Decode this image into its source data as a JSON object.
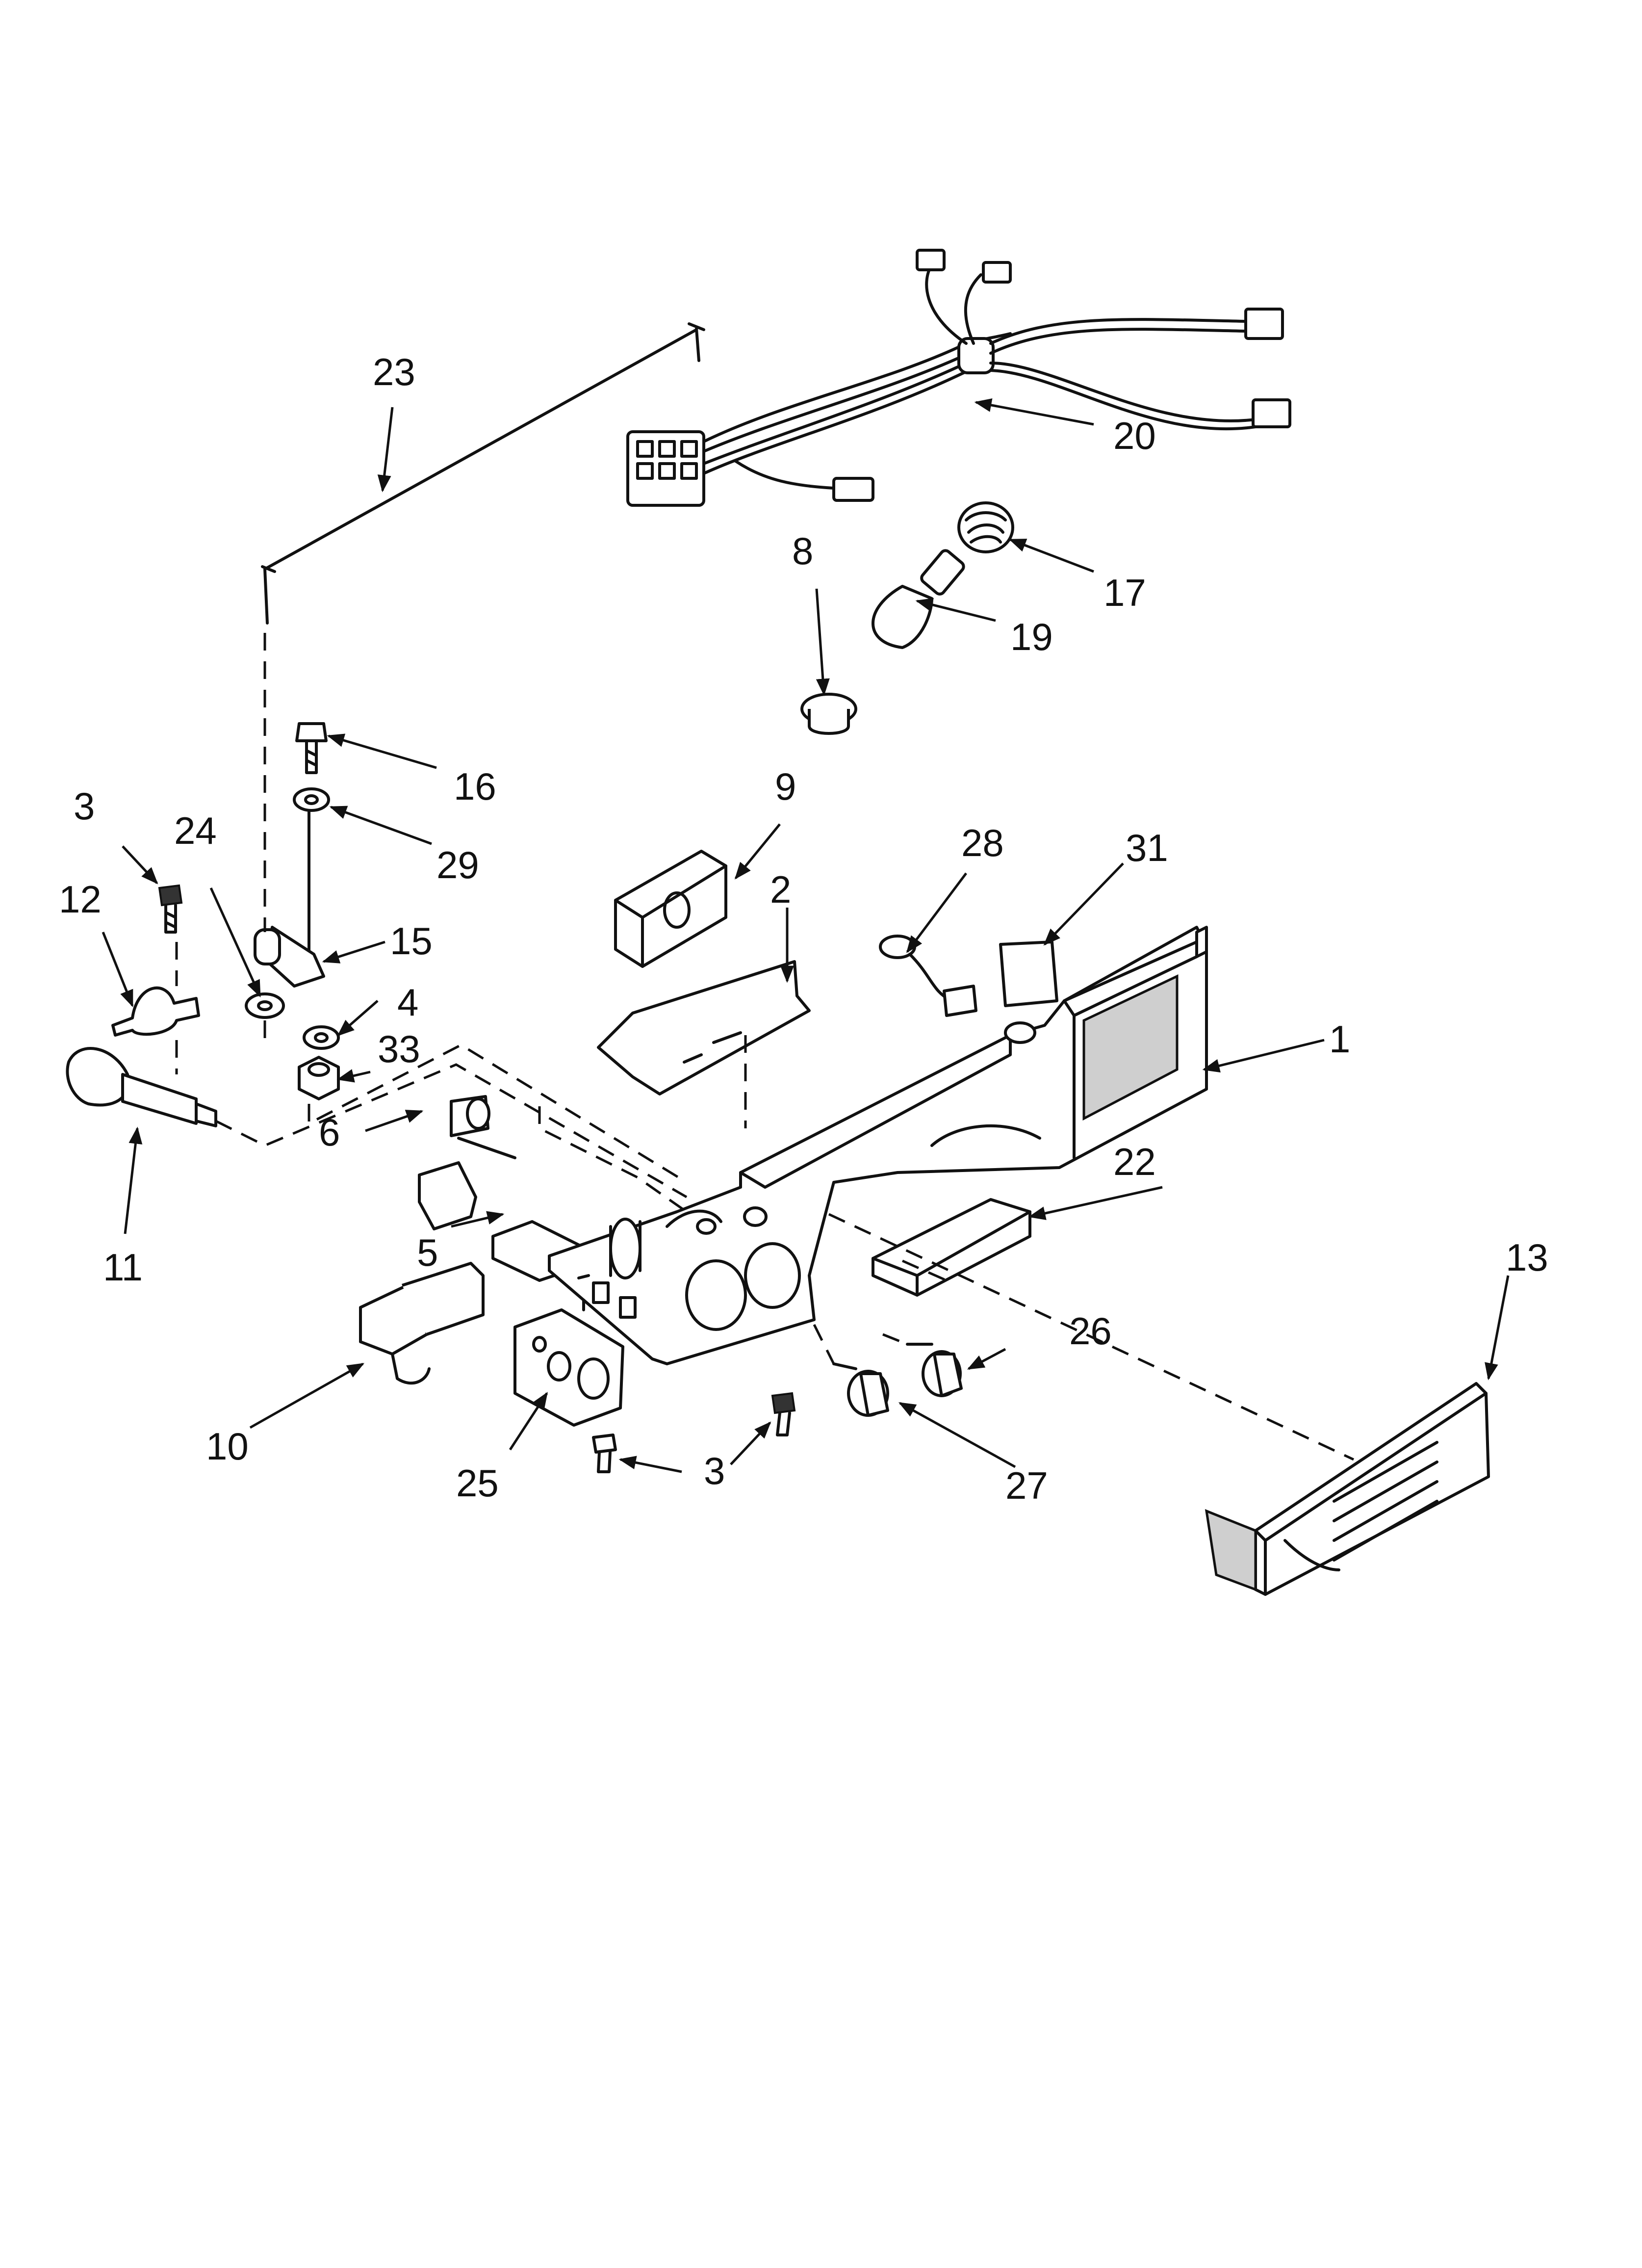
{
  "colors": {
    "line": "#111111",
    "background": "#ffffff",
    "shade": "#cfcfcf"
  },
  "callouts": [
    {
      "id": "c1",
      "label": "1"
    },
    {
      "id": "c2",
      "label": "2"
    },
    {
      "id": "c3a",
      "label": "3"
    },
    {
      "id": "c3b",
      "label": "3"
    },
    {
      "id": "c4",
      "label": "4"
    },
    {
      "id": "c5",
      "label": "5"
    },
    {
      "id": "c6",
      "label": "6"
    },
    {
      "id": "c8",
      "label": "8"
    },
    {
      "id": "c9",
      "label": "9"
    },
    {
      "id": "c10",
      "label": "10"
    },
    {
      "id": "c11",
      "label": "11"
    },
    {
      "id": "c12",
      "label": "12"
    },
    {
      "id": "c13",
      "label": "13"
    },
    {
      "id": "c15",
      "label": "15"
    },
    {
      "id": "c16",
      "label": "16"
    },
    {
      "id": "c17",
      "label": "17"
    },
    {
      "id": "c19",
      "label": "19"
    },
    {
      "id": "c20",
      "label": "20"
    },
    {
      "id": "c22",
      "label": "22"
    },
    {
      "id": "c23",
      "label": "23"
    },
    {
      "id": "c24",
      "label": "24"
    },
    {
      "id": "c25",
      "label": "25"
    },
    {
      "id": "c26",
      "label": "26"
    },
    {
      "id": "c27",
      "label": "27"
    },
    {
      "id": "c28",
      "label": "28"
    },
    {
      "id": "c29",
      "label": "29"
    },
    {
      "id": "c31",
      "label": "31"
    },
    {
      "id": "c33",
      "label": "33"
    }
  ]
}
